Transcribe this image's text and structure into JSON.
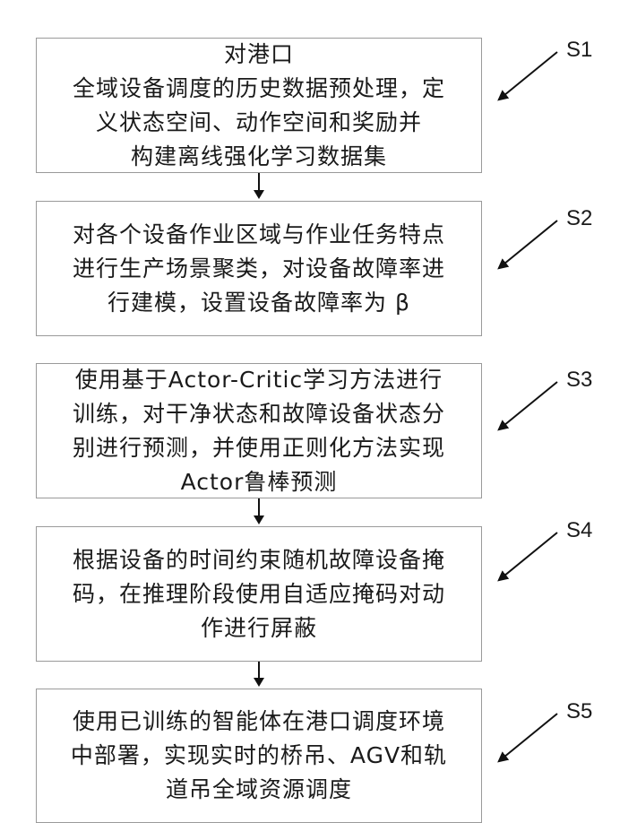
{
  "steps": [
    {
      "id": "S1",
      "text": "对港口\n全域设备调度的历史数据预处理，定\n义状态空间、动作空间和奖励并\n构建离线强化学习数据集"
    },
    {
      "id": "S2",
      "text": "对各个设备作业区域与作业任务特点\n进行生产场景聚类，对设备故障率进\n行建模，设置设备故障率为 β"
    },
    {
      "id": "S3",
      "text": "使用基于Actor-Critic学习方法进行\n训练，对干净状态和故障设备状态分\n别进行预测，并使用正则化方法实现\nActor鲁棒预测"
    },
    {
      "id": "S4",
      "text": "根据设备的时间约束随机故障设备掩\n码，在推理阶段使用自适应掩码对动\n作进行屏蔽"
    },
    {
      "id": "S5",
      "text": "使用已训练的智能体在港口调度环境\n中部署，实现实时的桥吊、AGV和轨\n道吊全域资源调度"
    }
  ]
}
